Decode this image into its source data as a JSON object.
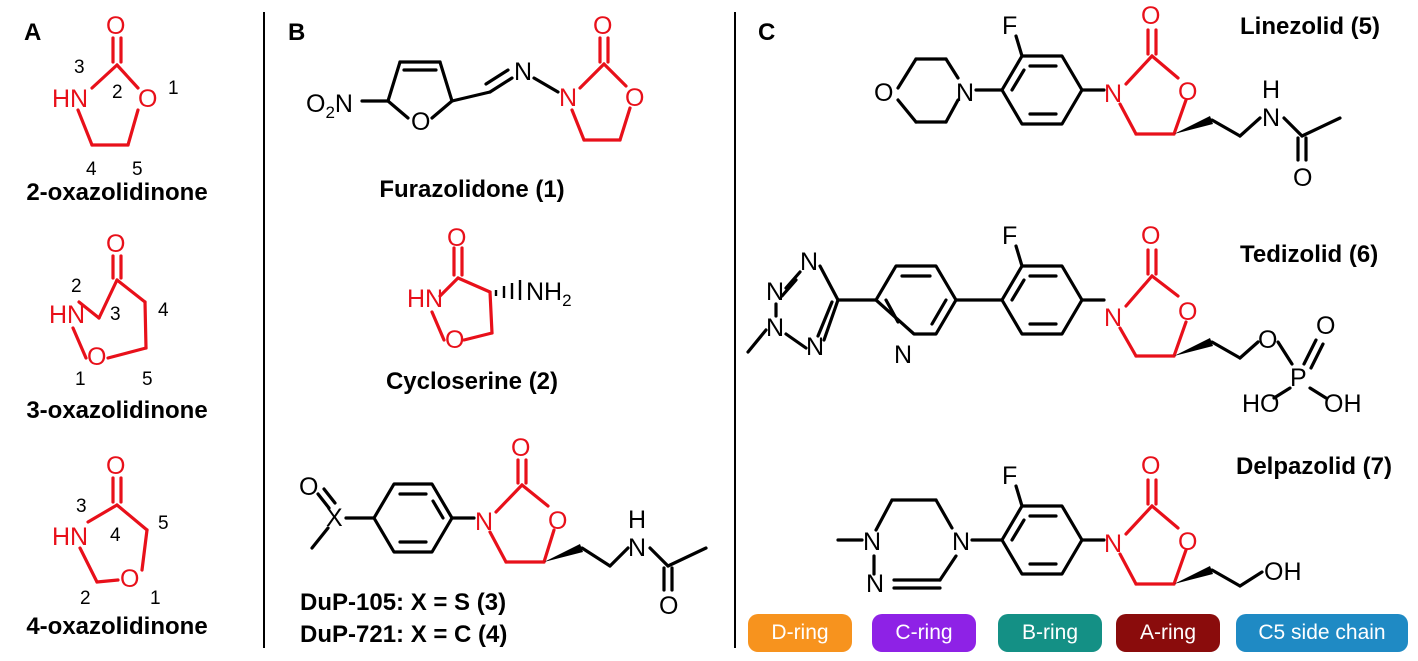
{
  "panels": {
    "a": "A",
    "b": "B",
    "c": "C"
  },
  "colors": {
    "core": "#e8101a",
    "black": "#000000"
  },
  "atoms": {
    "O": "O",
    "N": "N",
    "F": "F",
    "P": "P",
    "X": "X",
    "HN": "HN",
    "H": "H",
    "OH": "OH",
    "HO": "HO",
    "NH2_base": "NH",
    "sub2": "2",
    "O2N_base": "O",
    "O2N_N": "N"
  },
  "locants": {
    "n1": "1",
    "n2": "2",
    "n3": "3",
    "n4": "4",
    "n5": "5"
  },
  "panel_a": {
    "names": [
      "2-oxazolidinone",
      "3-oxazolidinone",
      "4-oxazolidinone"
    ]
  },
  "panel_b": {
    "names": [
      "Furazolidone (1)",
      "Cycloserine (2)",
      "DuP-105: X = S (3)",
      "DuP-721: X = C (4)"
    ]
  },
  "panel_c": {
    "names": [
      "Linezolid (5)",
      "Tedizolid (6)",
      "Delpazolid (7)"
    ]
  },
  "legend": [
    {
      "label": "D-ring",
      "color": "#f7931e"
    },
    {
      "label": "C-ring",
      "color": "#8e22e6"
    },
    {
      "label": "B-ring",
      "color": "#149085"
    },
    {
      "label": "A-ring",
      "color": "#8a0c0c"
    },
    {
      "label": "C5 side chain",
      "color": "#1f8ac4"
    }
  ]
}
